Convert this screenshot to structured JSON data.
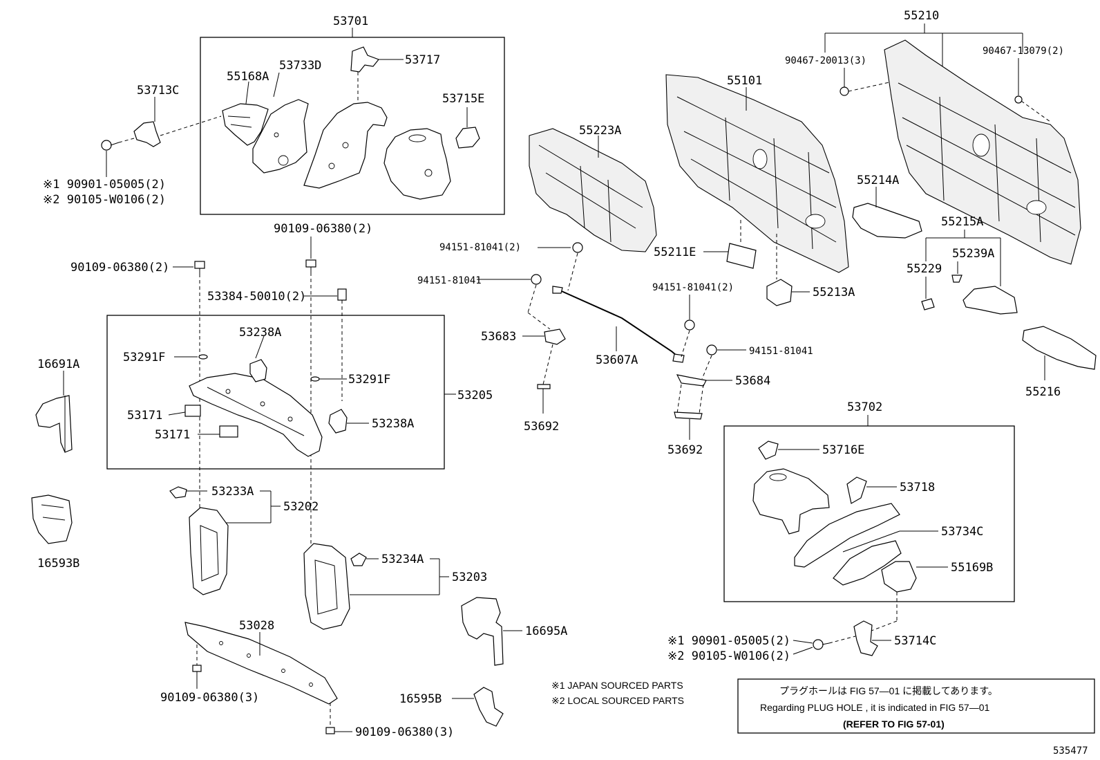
{
  "labels": {
    "p53701": "53701",
    "p53733D": "53733D",
    "p53717": "53717",
    "p55168A": "55168A",
    "p53713C": "53713C",
    "p53715E": "53715E",
    "p90901_left": "※1 90901-05005(2)",
    "p90105_left": "※2 90105-W0106(2)",
    "p90109_top_a": "90109-06380(2)",
    "p90109_top_b": "90109-06380(2)",
    "p53384": "53384-50010(2)",
    "p53238A_top": "53238A",
    "p53291F_left": "53291F",
    "p53291F_right": "53291F",
    "p53205": "53205",
    "p53171_a": "53171",
    "p53171_b": "53171",
    "p53238A_bot": "53238A",
    "p16691A": "16691A",
    "p16593B": "16593B",
    "p53233A": "53233A",
    "p53202": "53202",
    "p53234A": "53234A",
    "p53203": "53203",
    "p53028": "53028",
    "p90109_bot_a": "90109-06380(3)",
    "p90109_bot_b": "90109-06380(3)",
    "p16695A": "16695A",
    "p16595B": "16595B",
    "p55223A": "55223A",
    "p94151_a": "94151-81041(2)",
    "p94151_b": "94151-81041",
    "p53683": "53683",
    "p53607A": "53607A",
    "p53692_a": "53692",
    "p94151_c": "94151-81041(2)",
    "p94151_d": "94151-81041",
    "p53684": "53684",
    "p53692_b": "53692",
    "p55101": "55101",
    "p55211E": "55211E",
    "p55213A": "55213A",
    "p55210": "55210",
    "p90467_a": "90467-20013(3)",
    "p90467_b": "90467-13079(2)",
    "p55214A": "55214A",
    "p55215A": "55215A",
    "p55239A": "55239A",
    "p55229": "55229",
    "p55216": "55216",
    "p53702": "53702",
    "p53716E": "53716E",
    "p53718": "53718",
    "p53734C": "53734C",
    "p55169B": "55169B",
    "p90901_right": "※1 90901-05005(2)",
    "p90105_right": "※2 90105-W0106(2)",
    "p53714C": "53714C"
  },
  "legend": {
    "japan": "※1  JAPAN SOURCED PARTS",
    "local": "※2  LOCAL SOURCED PARTS"
  },
  "notice": {
    "jp": "プラグホールは FIG 57―01 に掲載してあります。",
    "en": "Regarding  PLUG  HOLE , it is indicated in FIG  57―01",
    "ref": "(REFER TO FIG 57-01)"
  },
  "figure_id": "535477"
}
